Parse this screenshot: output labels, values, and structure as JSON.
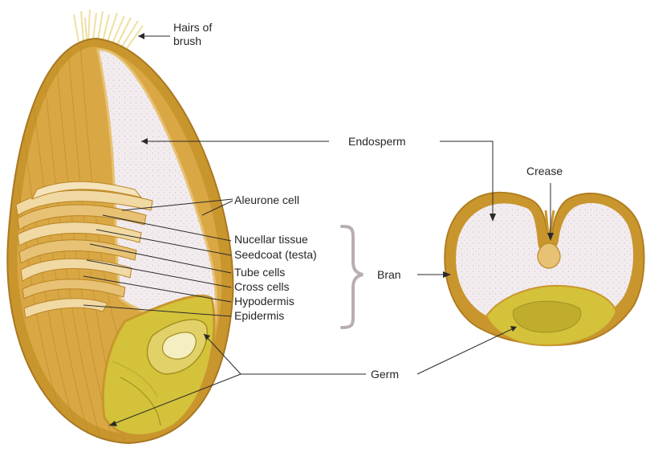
{
  "labels": {
    "hairs_of_brush": [
      "Hairs of",
      "brush"
    ],
    "endosperm": "Endosperm",
    "crease": "Crease",
    "aleurone_cell": "Aleurone cell",
    "nucellar_tissue": "Nucellar tissue",
    "seedcoat": "Seedcoat (testa)",
    "tube_cells": "Tube cells",
    "cross_cells": "Cross cells",
    "hypodermis": "Hypodermis",
    "epidermis": "Epidermis",
    "bran": "Bran",
    "germ": "Germ"
  },
  "colors": {
    "bran_outer": "#c9962e",
    "bran_light": "#e7c274",
    "bran_band": "#f1d9a3",
    "endosperm": "#f2ecef",
    "germ": "#d4c23a",
    "germ_dark": "#a39121",
    "hairs": "#f3e6a6",
    "leader_line": "#2a2a2a",
    "brace": "#b9aeb2"
  }
}
